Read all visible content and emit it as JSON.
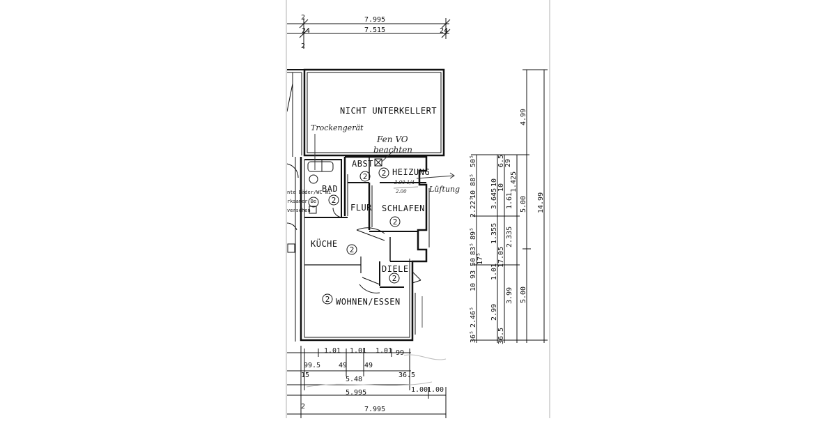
{
  "rooms": {
    "nicht_unterkellert": "NICHT UNTERKELLERT",
    "abst": "ABST",
    "heizung": "HEIZUNG",
    "bad": "BAD",
    "flur": "FLUR",
    "schlafen": "SCHLAFEN",
    "kueche": "KÜCHE",
    "diele": "DIELE",
    "wohnen_essen": "WOHNEN/ESSEN"
  },
  "circle_marker": "2",
  "handwritten": {
    "trockengeraet": "Trockengerät",
    "fen_vo_1": "Fen VO",
    "fen_vo_2": "beachten",
    "lueftung": "Lüftung",
    "pencil_1": "3.00 1/4",
    "pencil_2": "2.00"
  },
  "left_notes": [
    "nte Bäder/WC mi",
    "rksamer Be",
    "versehen"
  ],
  "top_dims": {
    "row1": {
      "left": "2",
      "value": "7.995"
    },
    "row2": {
      "left": "24",
      "value": "7.515",
      "right": "24"
    },
    "row3": {
      "left": "2"
    }
  },
  "bottom_dims": {
    "row1": [
      "1.01",
      "1.01",
      "1.01",
      "99"
    ],
    "row2": [
      "99.5",
      "49",
      "49"
    ],
    "row3": {
      "left": "15",
      "value": "5.48",
      "right": "36.5"
    },
    "row4": {
      "value": "5.995",
      "right_a": "1.00",
      "right_b": "1.00"
    },
    "row5": {
      "left": "2",
      "value": "7.995"
    }
  },
  "right_dims": {
    "col1": [
      "50⁵",
      "10 88⁵",
      "2.22⁵",
      "89⁵",
      "83⁵",
      "50",
      "17⁵",
      "10 93",
      "2.46⁵",
      "36⁵"
    ],
    "col2": [
      "10",
      "3.645",
      "1.355",
      "1.01",
      "2.99"
    ],
    "col3": [
      "6.5",
      "10",
      "1.61",
      "2.335",
      "17.05",
      "3.99",
      "36.5"
    ],
    "col4": [
      "29",
      "1.425"
    ],
    "col5": [
      "5.00",
      "5.00"
    ],
    "col6": [
      "4.99"
    ],
    "col7": [
      "14.99"
    ]
  }
}
